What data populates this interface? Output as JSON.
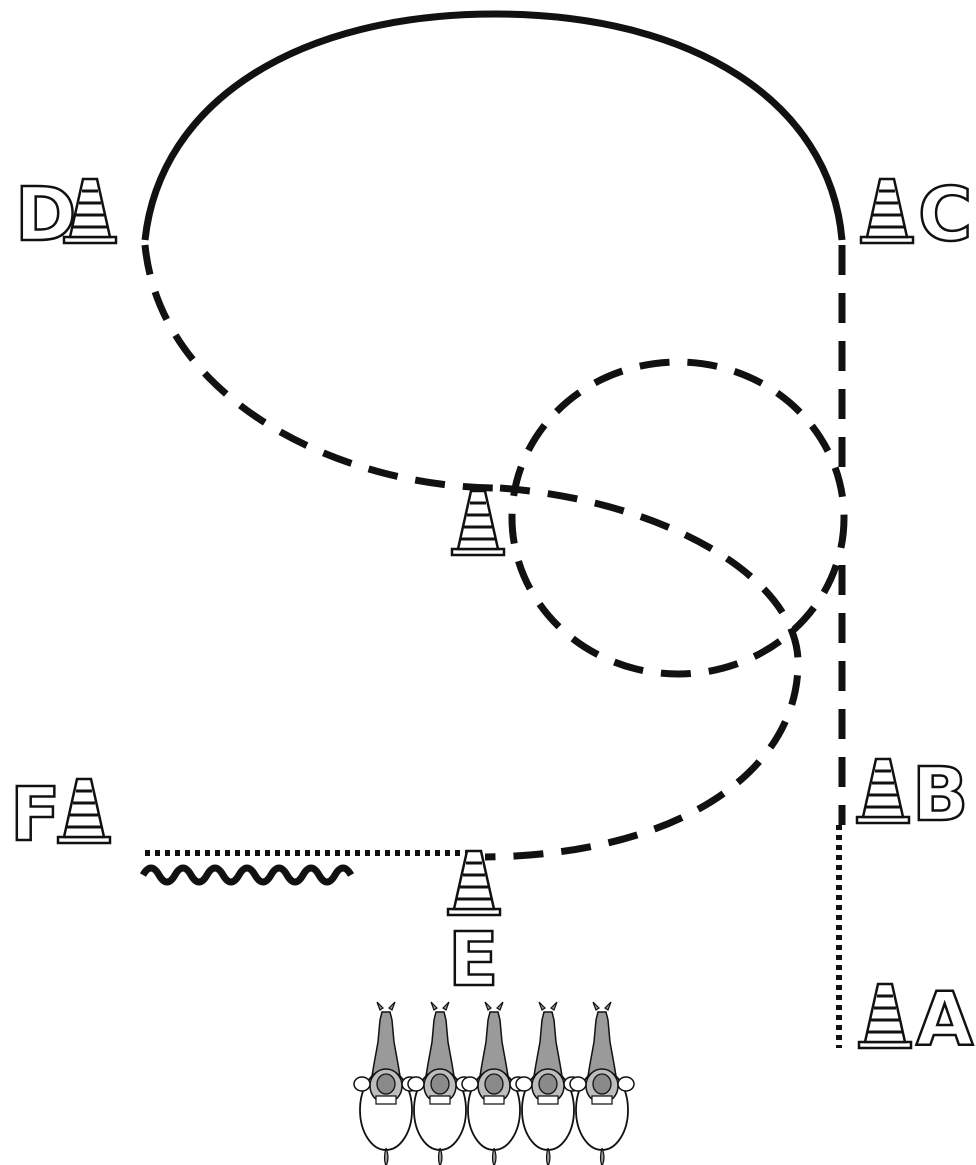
{
  "diagram": {
    "markers": [
      {
        "id": "D",
        "label": "D"
      },
      {
        "id": "C",
        "label": "C"
      },
      {
        "id": "B",
        "label": "B"
      },
      {
        "id": "A",
        "label": "A"
      },
      {
        "id": "F",
        "label": "F"
      },
      {
        "id": "E",
        "label": "E"
      },
      {
        "id": "center",
        "label": ""
      }
    ],
    "riders": {
      "count": 5
    },
    "colors": {
      "line": "#111111",
      "cone_fill": "#ffffff",
      "horse": "#9a9a9a"
    },
    "line_styles": {
      "solid": "gait-solid",
      "dashed": "gait-dashed",
      "dotted": "gait-dotted",
      "wavy": "gait-wavy"
    }
  }
}
